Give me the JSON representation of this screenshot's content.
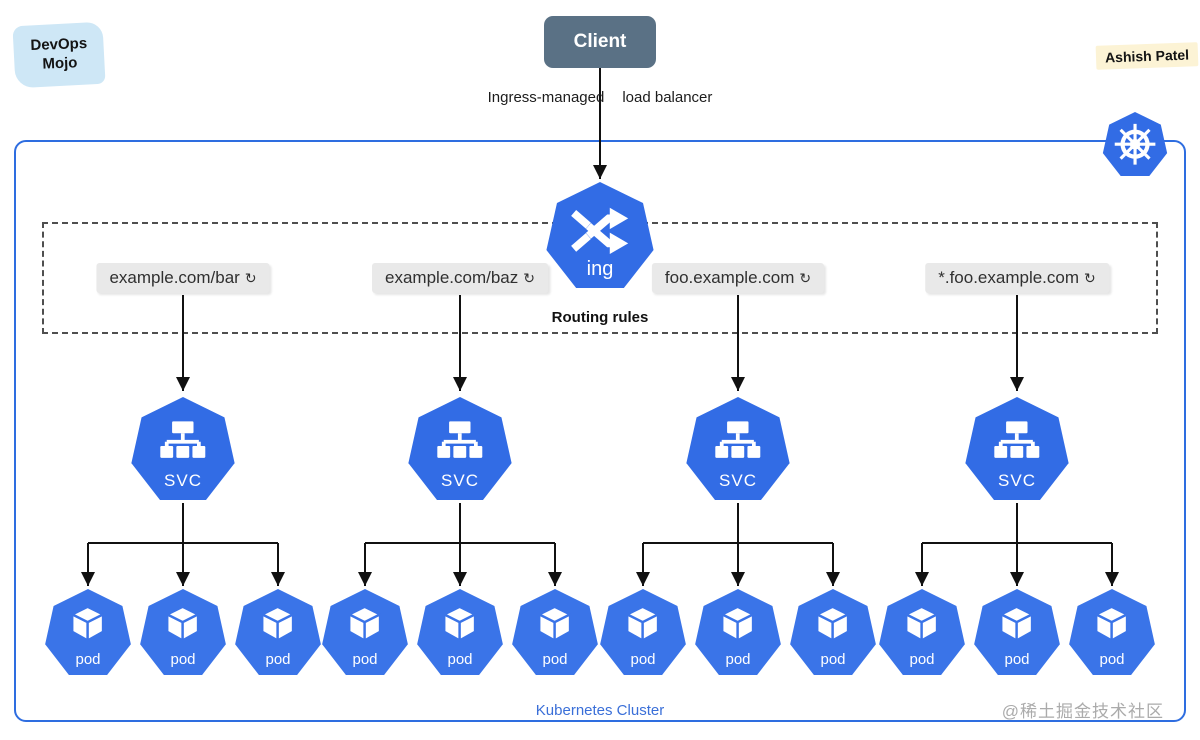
{
  "badges": {
    "devops_line1": "DevOps",
    "devops_line2": "Mojo",
    "author": "Ashish Patel"
  },
  "client": {
    "label": "Client"
  },
  "load_balancer_label": {
    "left": "Ingress-managed",
    "right": "load balancer"
  },
  "ingress": {
    "label": "ing"
  },
  "routing": {
    "title": "Routing rules",
    "rules": [
      {
        "text": "example.com/bar",
        "icon": "↻"
      },
      {
        "text": "example.com/baz",
        "icon": "↻"
      },
      {
        "text": "foo.example.com",
        "icon": "↻"
      },
      {
        "text": "*.foo.example.com",
        "icon": "↻"
      }
    ]
  },
  "service_label": "SVC",
  "pod_label": "pod",
  "cluster_label": "Kubernetes Cluster",
  "watermark": "@稀土掘金技术社区",
  "colors": {
    "k8s_blue": "#326CE5",
    "pod_blue": "#3A74E8",
    "client_bg": "#5A7185",
    "cluster_border": "#2E6DE0",
    "rule_label_bg": "#E9E9E9",
    "cluster_label_text": "#3A6FD8",
    "devops_badge_bg": "#CEE7F6",
    "author_badge_bg": "#FCF3D5"
  }
}
